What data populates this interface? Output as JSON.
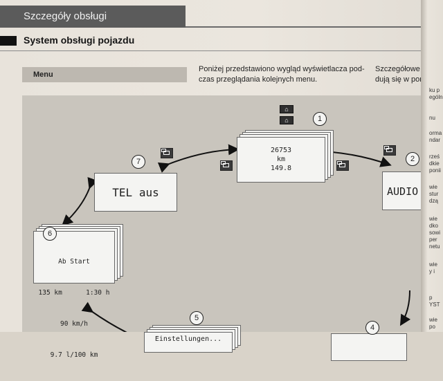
{
  "header": {
    "chapter": "Szczegóły obsługi",
    "section": "System obsługi pojazdu"
  },
  "left_label": "Menu",
  "paragraph": "Poniżej przedstawiono wygląd wyświetlacza pod- czas przeglądania kolejnych menu.",
  "paragraph_right": [
    "Szczegółowe opisy",
    "dują się w poniższ"
  ],
  "right_column": [
    "ku p",
    "ególn",
    "nu",
    "orma",
    "ndar",
    "rześ",
    "dkie",
    "ponii",
    "wie",
    "stur",
    "dzą",
    "wie",
    "dko",
    "sowi",
    "per",
    "netu",
    "wie",
    "y i",
    "p",
    "YST",
    "wie",
    "po"
  ],
  "diagram": {
    "items": [
      {
        "num": "1",
        "lines": [
          "26753",
          "km",
          "149.8"
        ]
      },
      {
        "num": "2",
        "lines": [
          "AUDIO aus"
        ]
      },
      {
        "num": "4",
        "lines": [
          ""
        ]
      },
      {
        "num": "5",
        "lines": [
          "Einstellungen..."
        ]
      },
      {
        "num": "6",
        "lines": [
          "Ab Start",
          "135 km      1:30 h",
          "90 km/h",
          "9.7 l/100 km"
        ]
      },
      {
        "num": "7",
        "lines": [
          "TEL aus"
        ]
      }
    ]
  }
}
